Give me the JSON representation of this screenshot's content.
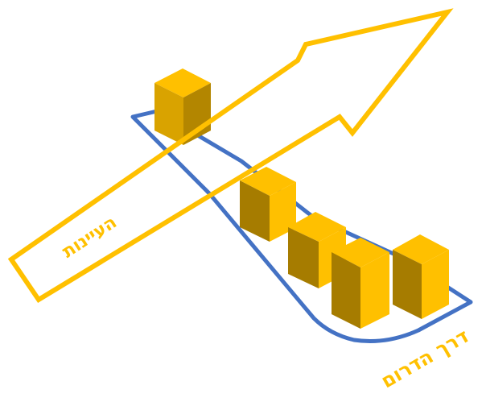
{
  "colors": {
    "arrow_stroke": "#FFC000",
    "track_stroke": "#4472C4",
    "block_top": "#FFC000",
    "block_front": "#D9A300",
    "block_side": "#A67C00",
    "label": "#FFC000"
  },
  "labels": {
    "arrow_label": "העיינות",
    "track_label": "דרך הדרום"
  },
  "blocks": [
    {
      "name": "block-1"
    },
    {
      "name": "block-2"
    },
    {
      "name": "block-3"
    },
    {
      "name": "block-4"
    },
    {
      "name": "block-5"
    }
  ]
}
